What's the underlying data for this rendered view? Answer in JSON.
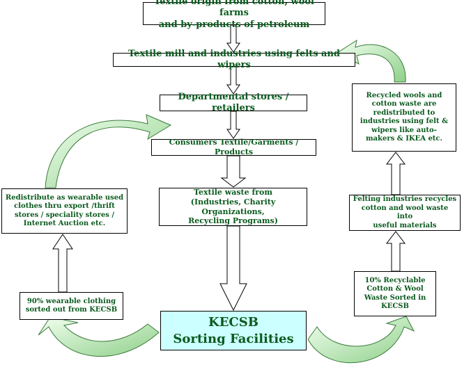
{
  "boxes": {
    "origin": "Textile origin from cotton, wool farms\nand by-products of petroleum",
    "mill": "Textile mill and industries using felts and wipers",
    "dept": "Departmental stores / retailers",
    "consumers": "Consumers Textile/Garments / Products",
    "waste": "Textile waste from\n(Industries, Charity Organizations,\nRecycling Programs)",
    "kecsb": "KECSB\nSorting Facilities",
    "redistribute": "Redistribute as wearable used\nclothes thru export /thrift\nstores / speciality stores /\nInternet Auction etc.",
    "wearable": "90% wearable clothing\nsorted out from KECSB",
    "recycled": "Recycled wools and\ncotton waste are\nredistributed to\nindustries using felt &\nwipers like auto-\nmakers & IKEA etc.",
    "felting": "Felting industries recycles\ncotton and wool waste into\nuseful materials",
    "recyclable": "10% Recyclable\nCotton & Wool\nWaste Sorted in\nKECSB"
  },
  "colors": {
    "text": "#0a5a1e",
    "highlight_fill": "#ccffff",
    "curved_arrow_fill": "#c8f0c0",
    "curved_arrow_stroke": "#3a7a3a"
  }
}
